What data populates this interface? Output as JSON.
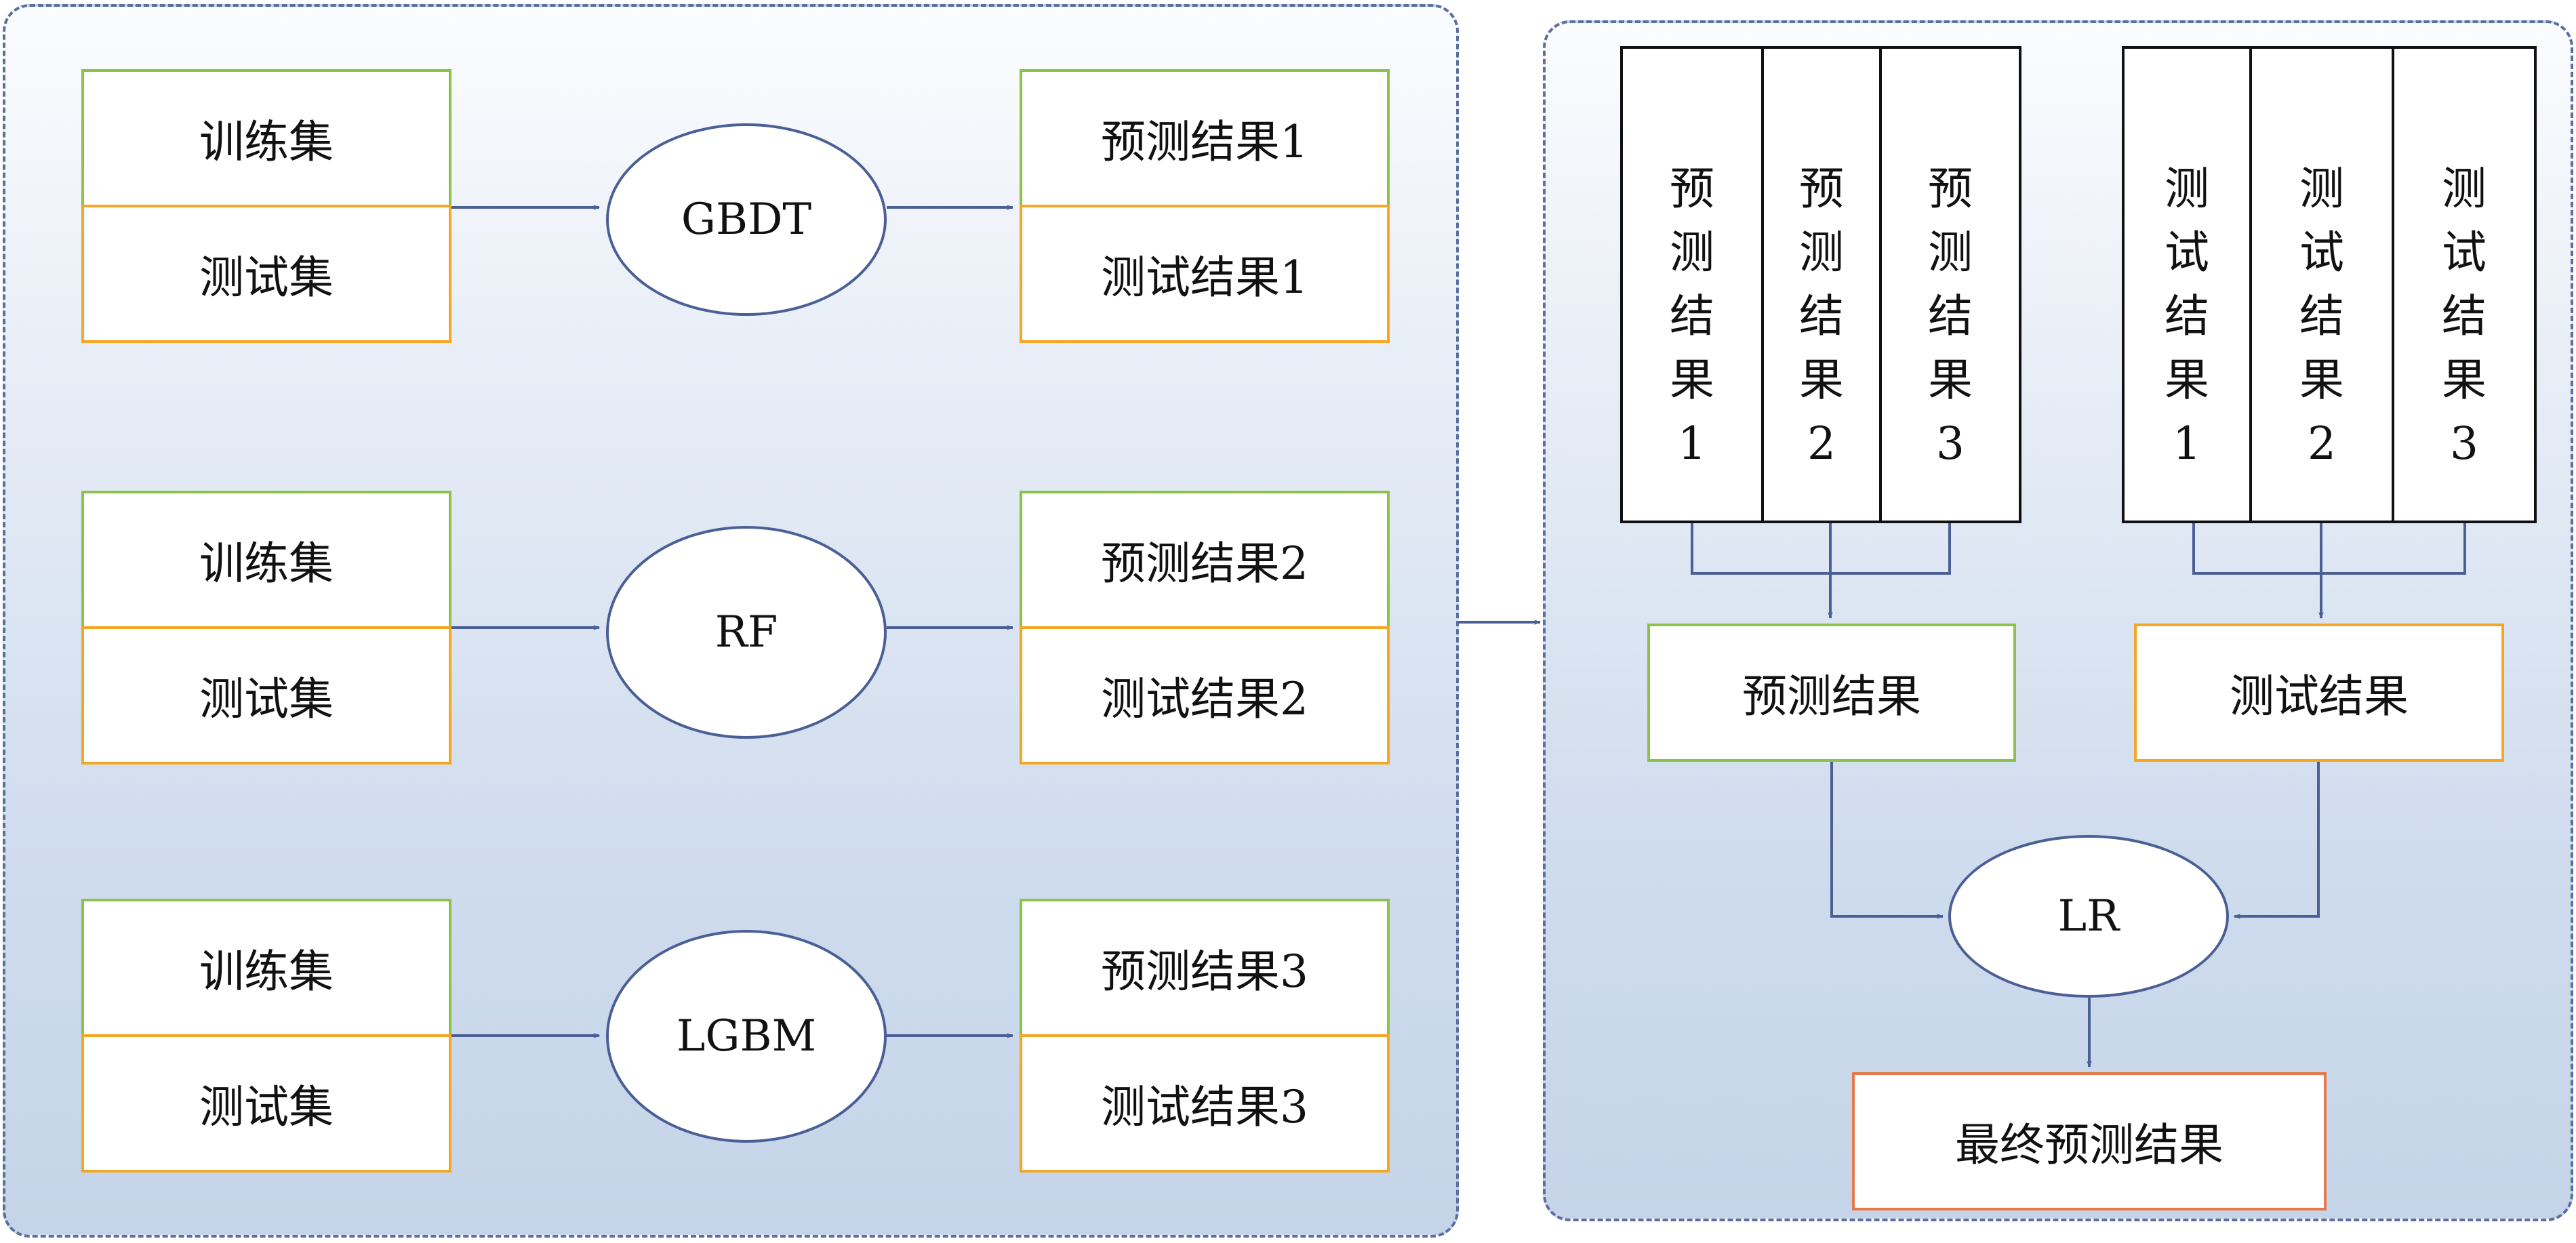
{
  "rows": [
    {
      "train": "训练集",
      "test": "测试集",
      "model": "GBDT",
      "pred": "预测结果1",
      "test_result": "测试结果1"
    },
    {
      "train": "训练集",
      "test": "测试集",
      "model": "RF",
      "pred": "预测结果2",
      "test_result": "测试结果2"
    },
    {
      "train": "训练集",
      "test": "测试集",
      "model": "LGBM",
      "pred": "预测结果3",
      "test_result": "测试结果3"
    }
  ],
  "pred_columns": [
    [
      "预",
      "测",
      "结",
      "果",
      "1"
    ],
    [
      "预",
      "测",
      "结",
      "果",
      "2"
    ],
    [
      "预",
      "测",
      "结",
      "果",
      "3"
    ]
  ],
  "test_columns": [
    [
      "测",
      "试",
      "结",
      "果",
      "1"
    ],
    [
      "测",
      "试",
      "结",
      "果",
      "2"
    ],
    [
      "测",
      "试",
      "结",
      "果",
      "3"
    ]
  ],
  "merged_pred": "预测结果",
  "merged_test": "测试结果",
  "meta_model": "LR",
  "final": "最终预测结果",
  "colors": {
    "train_border": "#8bc34a",
    "test_border": "#f5a623",
    "final_border": "#e8784a",
    "line": "#4a5f95"
  }
}
